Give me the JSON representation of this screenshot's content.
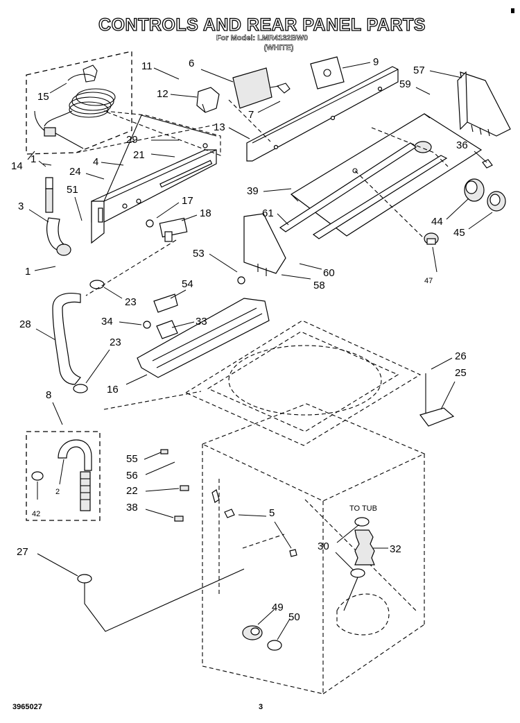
{
  "title": "CONTROLS AND REAR PANEL PARTS",
  "model_line": "For Model: LMR4132BW0",
  "color_line": "(WHITE)",
  "doc_number": "3965027",
  "page_number": "3",
  "to_tub_label": "TO TUB",
  "callouts": [
    "11",
    "6",
    "9",
    "57",
    "59",
    "15",
    "12",
    "7",
    "13",
    "36",
    "29",
    "21",
    "14",
    "4",
    "24",
    "1",
    "39",
    "51",
    "17",
    "3",
    "18",
    "61",
    "44",
    "45",
    "1",
    "53",
    "60",
    "58",
    "47",
    "54",
    "23",
    "28",
    "34",
    "33",
    "23",
    "16",
    "26",
    "25",
    "8",
    "55",
    "56",
    "22",
    "38",
    "5",
    "2",
    "42",
    "30",
    "32",
    "27",
    "49",
    "50"
  ]
}
